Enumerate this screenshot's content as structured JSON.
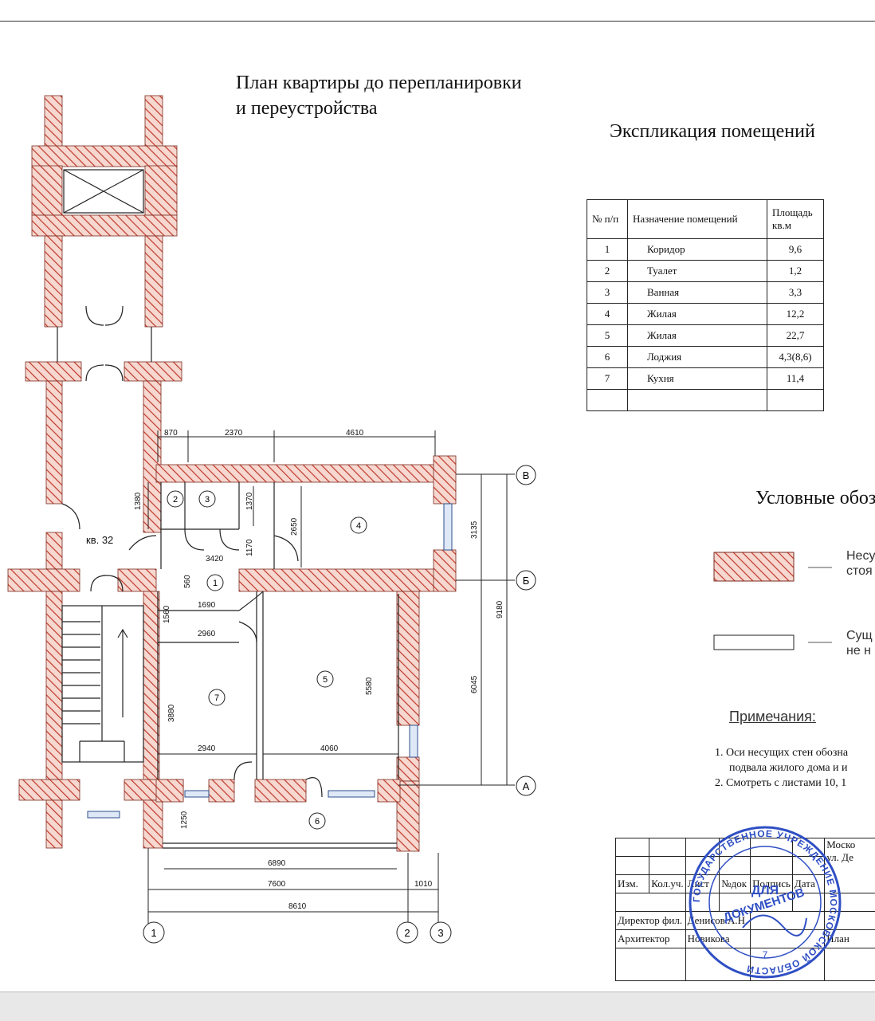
{
  "plan": {
    "title_line1": "План квартиры до перепланировки",
    "title_line2": "и переустройства",
    "apartment_label": "кв. 32",
    "dims": {
      "d870": "870",
      "d2370": "2370",
      "d4610": "4610",
      "d1380": "1380",
      "d1370": "1370",
      "d2650": "2650",
      "d3135": "3135",
      "d3420": "3420",
      "d1170": "1170",
      "d560": "560",
      "d1690": "1690",
      "d1560": "1560",
      "d2960": "2960",
      "d3880": "3880",
      "d5580": "5580",
      "d6045": "6045",
      "d9180": "9180",
      "d2940": "2940",
      "d4060": "4060",
      "d1250": "1250",
      "d6890": "6890",
      "d7600": "7600",
      "d1010": "1010",
      "d8610": "8610"
    },
    "rooms": [
      "1",
      "2",
      "3",
      "4",
      "5",
      "6",
      "7"
    ],
    "axes": {
      "a1": "1",
      "a2": "2",
      "a3": "3",
      "aA": "А",
      "aB": "Б",
      "aV": "В"
    }
  },
  "explication": {
    "title": "Экспликация помещений",
    "headers": {
      "num": "№ п/п",
      "name": "Назначение помещений",
      "area_l1": "Площадь",
      "area_l2": "кв.м"
    },
    "rows": [
      {
        "num": "1",
        "name": "Коридор",
        "area": "9,6"
      },
      {
        "num": "2",
        "name": "Туалет",
        "area": "1,2"
      },
      {
        "num": "3",
        "name": "Ванная",
        "area": "3,3"
      },
      {
        "num": "4",
        "name": "Жилая",
        "area": "12,2"
      },
      {
        "num": "5",
        "name": "Жилая",
        "area": "22,7"
      },
      {
        "num": "6",
        "name": "Лоджия",
        "area": "4,3(8,6)"
      },
      {
        "num": "7",
        "name": "Кухня",
        "area": "11,4"
      },
      {
        "num": "",
        "name": "",
        "area": ""
      }
    ]
  },
  "legend": {
    "title": "Условные обозн",
    "item1_l1": "Несу",
    "item1_l2": "стоя",
    "item2_l1": "Сущ",
    "item2_l2": "не н"
  },
  "notes": {
    "title": "Примечания:",
    "line1": "1. Оси несущих стен обозна",
    "line2": "подвала жилого дома и и",
    "line3": "2. Смотреть с листами 10, 1"
  },
  "stamp": {
    "right_line1": "Моско",
    "right_line2": "ул. Де",
    "right_bottom": "План",
    "cols": {
      "izm": "Изм.",
      "koluch": "Кол.уч.",
      "list": "Лист",
      "ndok": "№док",
      "podpis": "Подпись",
      "data": "Дата"
    },
    "director_role": "Директор фил.",
    "director_name": "Денисов А.Н.",
    "architect_role": "Архитектор",
    "architect_name": "Новикова",
    "seal_text": "ГОСУДАРСТВЕННОЕ УЧРЕЖДЕНИЕ МОСКОВСКОЙ ОБЛАСТИ",
    "seal_center_1": "ДЛЯ",
    "seal_center_2": "ДОКУМЕНТОВ",
    "seal_num": "7"
  },
  "colors": {
    "wall_hatch": "#c0392b",
    "wall_fill": "#f6d8d0",
    "seal": "#2f4fc4"
  }
}
